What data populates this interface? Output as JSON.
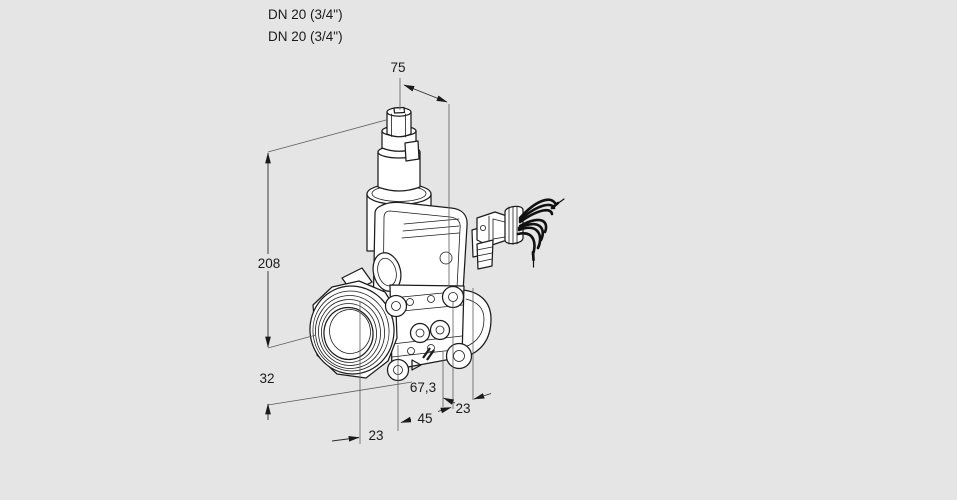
{
  "meta": {
    "background_color": "#e5e5e5",
    "line_color": "#1c1c1c",
    "description": "Isometric technical line drawing of a DN 20 gas solenoid valve with threaded inlet flange, electrical plug with cable set, and dimension annotations in mm"
  },
  "labels": {
    "variant_1": "DN 20 (3/4\")",
    "variant_2": "DN 20 (3/4\")"
  },
  "dimensions": {
    "top_width": "75",
    "total_height": "208",
    "lower_height": "32",
    "bottom_left_offset": "23",
    "bottom_center_width": "45",
    "bottom_total_width": "67,3",
    "bottom_right_offset": "23"
  }
}
